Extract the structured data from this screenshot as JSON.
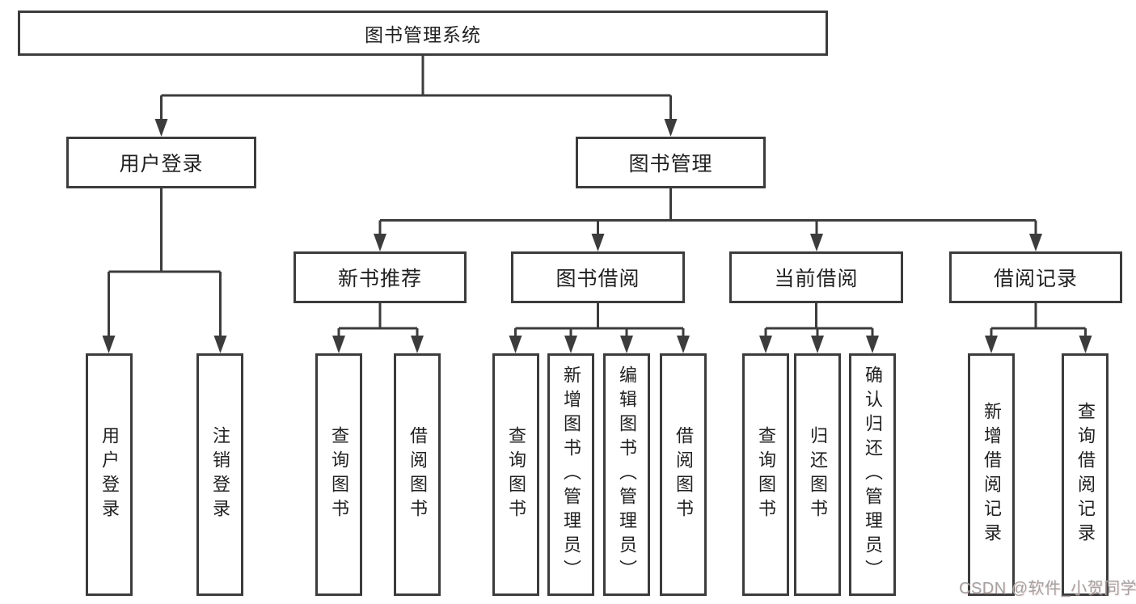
{
  "tree": {
    "label": "图书管理系统",
    "children": [
      {
        "label": "用户登录",
        "children": [
          {
            "label": "用户登录"
          },
          {
            "label": "注销登录"
          }
        ]
      },
      {
        "label": "图书管理",
        "children": [
          {
            "label": "新书推荐",
            "children": [
              {
                "label": "查询图书"
              },
              {
                "label": "借阅图书"
              }
            ]
          },
          {
            "label": "图书借阅",
            "children": [
              {
                "label": "查询图书"
              },
              {
                "label": "新增图书（管理员）"
              },
              {
                "label": "编辑图书（管理员）"
              },
              {
                "label": "借阅图书"
              }
            ]
          },
          {
            "label": "当前借阅",
            "children": [
              {
                "label": "查询图书"
              },
              {
                "label": "归还图书"
              },
              {
                "label": "确认归还（管理员）"
              }
            ]
          },
          {
            "label": "借阅记录",
            "children": [
              {
                "label": "新增借阅记录"
              },
              {
                "label": "查询借阅记录"
              }
            ]
          }
        ]
      }
    ]
  },
  "watermark": {
    "text": "CSDN @软件_小贺同学"
  },
  "colors": {
    "line": "#3c3c3c",
    "box_border": "#3c3c3c",
    "box_fill": "#ffffff",
    "text": "#212121",
    "watermark": "#a3a3a3",
    "background": "#ffffff"
  }
}
